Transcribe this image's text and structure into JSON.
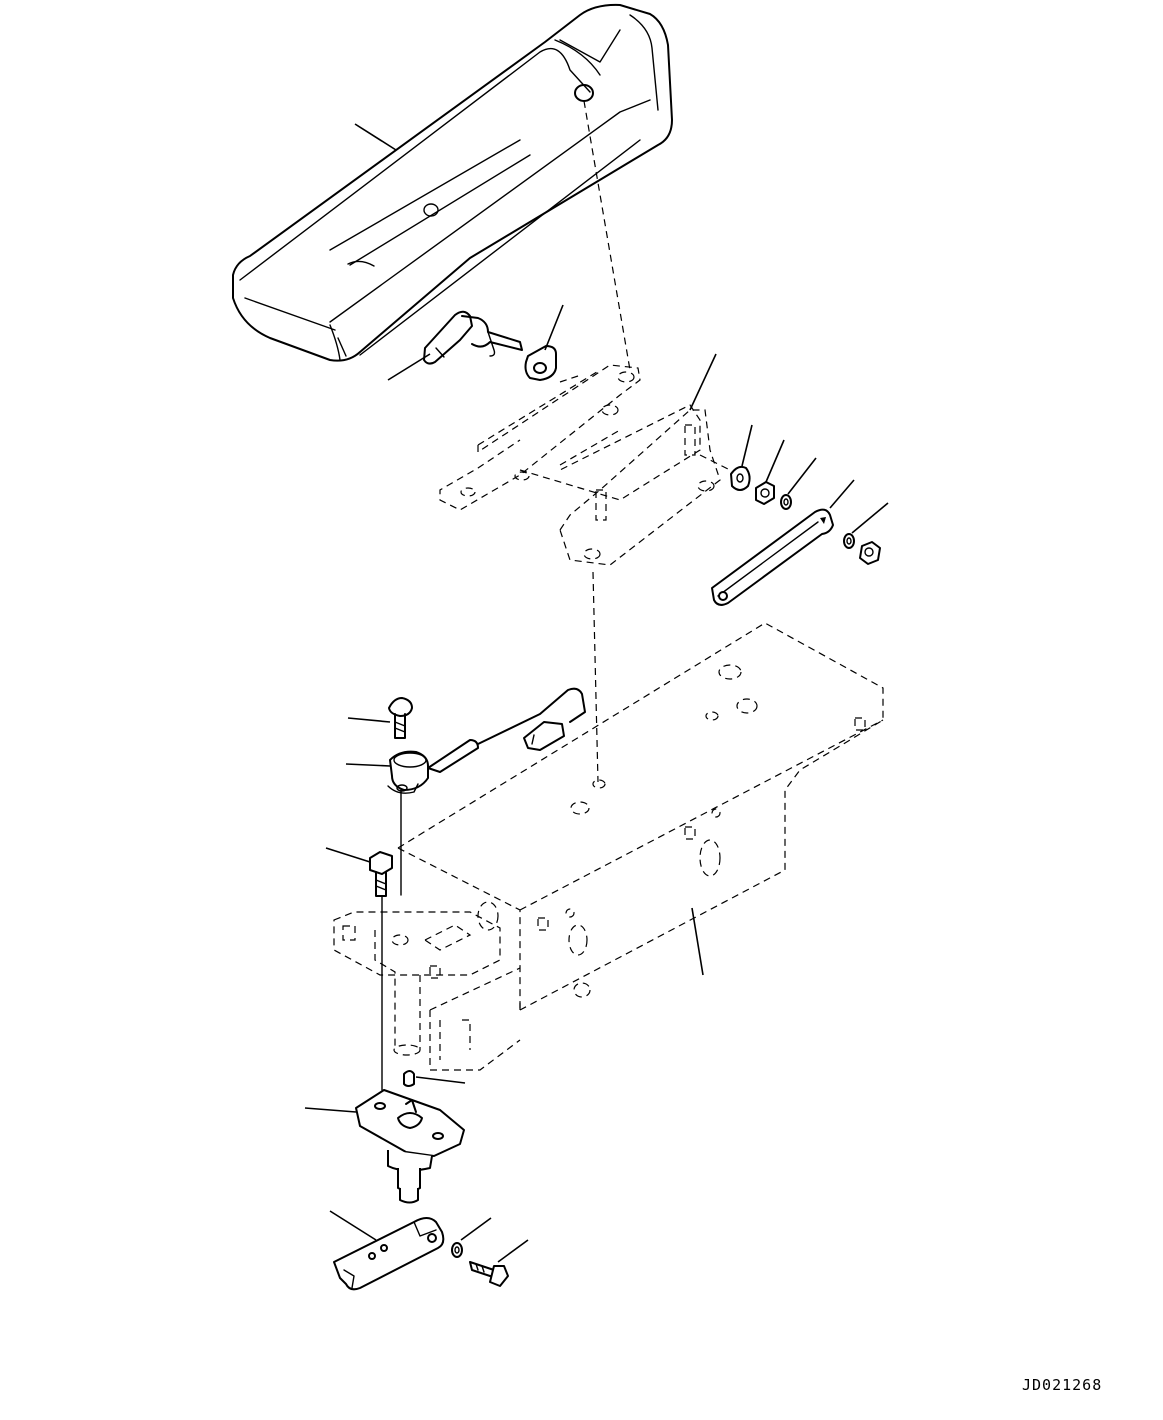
{
  "drawing": {
    "doc_id": "JD021268",
    "line_color": "#000000",
    "background": "#ffffff"
  },
  "parts": [
    {
      "key": "armrest-cushion",
      "icon": "armrest-icon"
    },
    {
      "key": "adjust-lever",
      "icon": "lever-icon"
    },
    {
      "key": "spacer",
      "icon": "spacer-icon"
    },
    {
      "key": "upper-bracket",
      "icon": "bracket-icon"
    },
    {
      "key": "washer-1",
      "icon": "washer-icon"
    },
    {
      "key": "nut-1",
      "icon": "nut-icon"
    },
    {
      "key": "washer-2",
      "icon": "washer-icon"
    },
    {
      "key": "link-plate",
      "icon": "link-plate-icon"
    },
    {
      "key": "washer-3",
      "icon": "washer-icon"
    },
    {
      "key": "nut-2",
      "icon": "nut-icon"
    },
    {
      "key": "screw",
      "icon": "screw-icon"
    },
    {
      "key": "switch",
      "icon": "switch-icon"
    },
    {
      "key": "bolt-1",
      "icon": "bolt-icon"
    },
    {
      "key": "console-frame",
      "icon": "frame-icon"
    },
    {
      "key": "clip",
      "icon": "clip-icon"
    },
    {
      "key": "pivot-plate",
      "icon": "pivot-icon"
    },
    {
      "key": "clamp-lever",
      "icon": "clamp-icon"
    },
    {
      "key": "washer-4",
      "icon": "washer-icon"
    },
    {
      "key": "bolt-2",
      "icon": "bolt-icon"
    }
  ]
}
